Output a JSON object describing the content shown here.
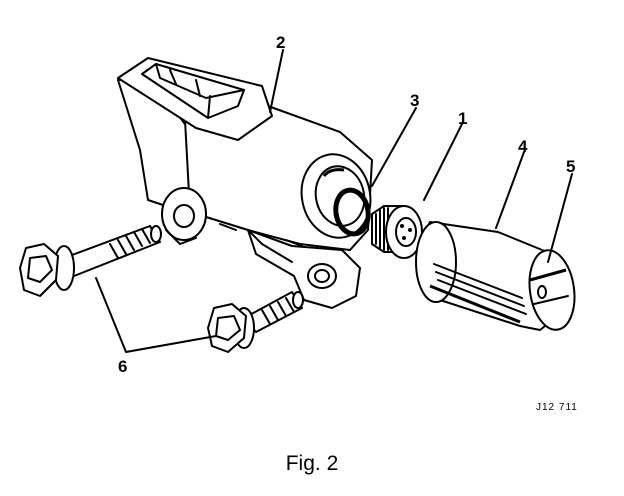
{
  "figure": {
    "caption": "Fig. 2",
    "reference_code": "J12 711",
    "callouts": [
      {
        "id": "2",
        "label": "2"
      },
      {
        "id": "3",
        "label": "3"
      },
      {
        "id": "1",
        "label": "1"
      },
      {
        "id": "4",
        "label": "4"
      },
      {
        "id": "5",
        "label": "5"
      },
      {
        "id": "6",
        "label": "6"
      }
    ]
  }
}
